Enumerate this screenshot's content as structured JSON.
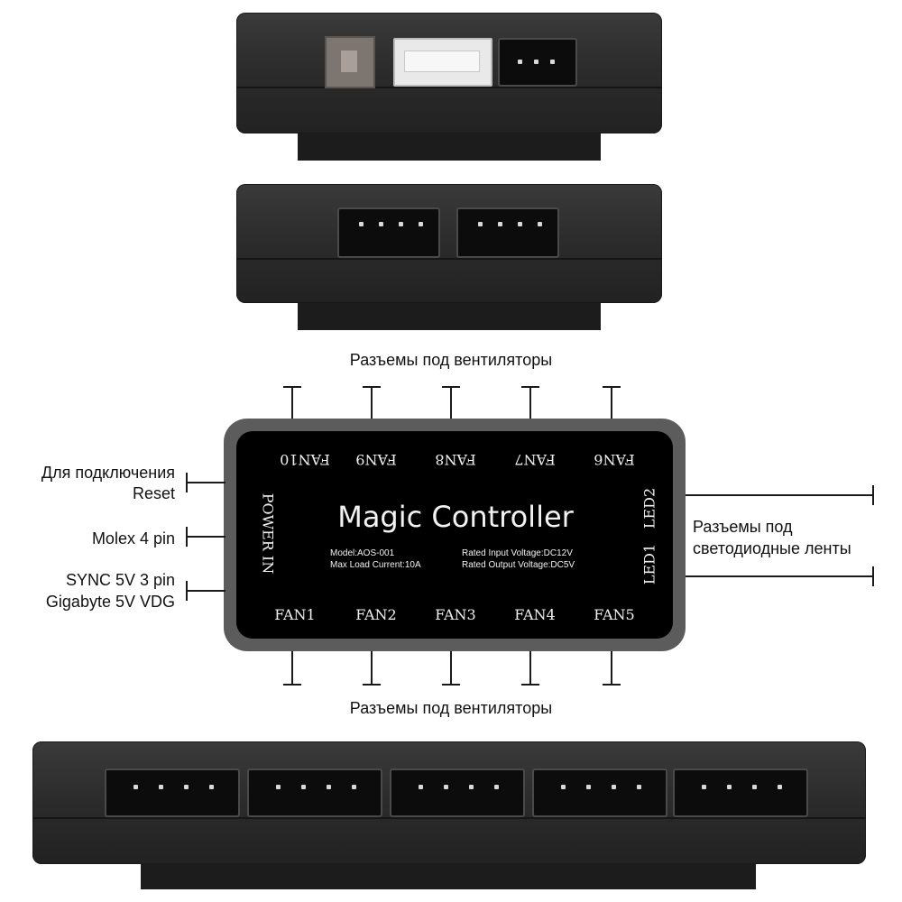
{
  "controller": {
    "title": "Magic Controller",
    "model": "Model:AOS-001",
    "max_load": "Max Load Current:10A",
    "input_voltage": "Rated Input Voltage:DC12V",
    "output_voltage": "Rated Output Voltage:DC5V",
    "power_label": "POWER IN",
    "fans_top": [
      "FAN10",
      "FAN9",
      "FAN8",
      "FAN7",
      "FAN6"
    ],
    "fans_bottom": [
      "FAN1",
      "FAN2",
      "FAN3",
      "FAN4",
      "FAN5"
    ],
    "led_labels": [
      "LED2",
      "LED1"
    ]
  },
  "annotations": {
    "fans_top": "Разъемы под вентиляторы",
    "fans_bottom": "Разъемы под вентиляторы",
    "reset_line1": "Для подключения",
    "reset_line2": "Reset",
    "molex": "Molex 4 pin",
    "sync_line1": "SYNC 5V 3 pin",
    "sync_line2": "Gigabyte 5V VDG",
    "led_line1": "Разъемы под",
    "led_line2": "светодиодные ленты"
  },
  "colors": {
    "device": "#2b2b2b",
    "controller_face": "#000000",
    "controller_rim": "#5c5c5c"
  }
}
